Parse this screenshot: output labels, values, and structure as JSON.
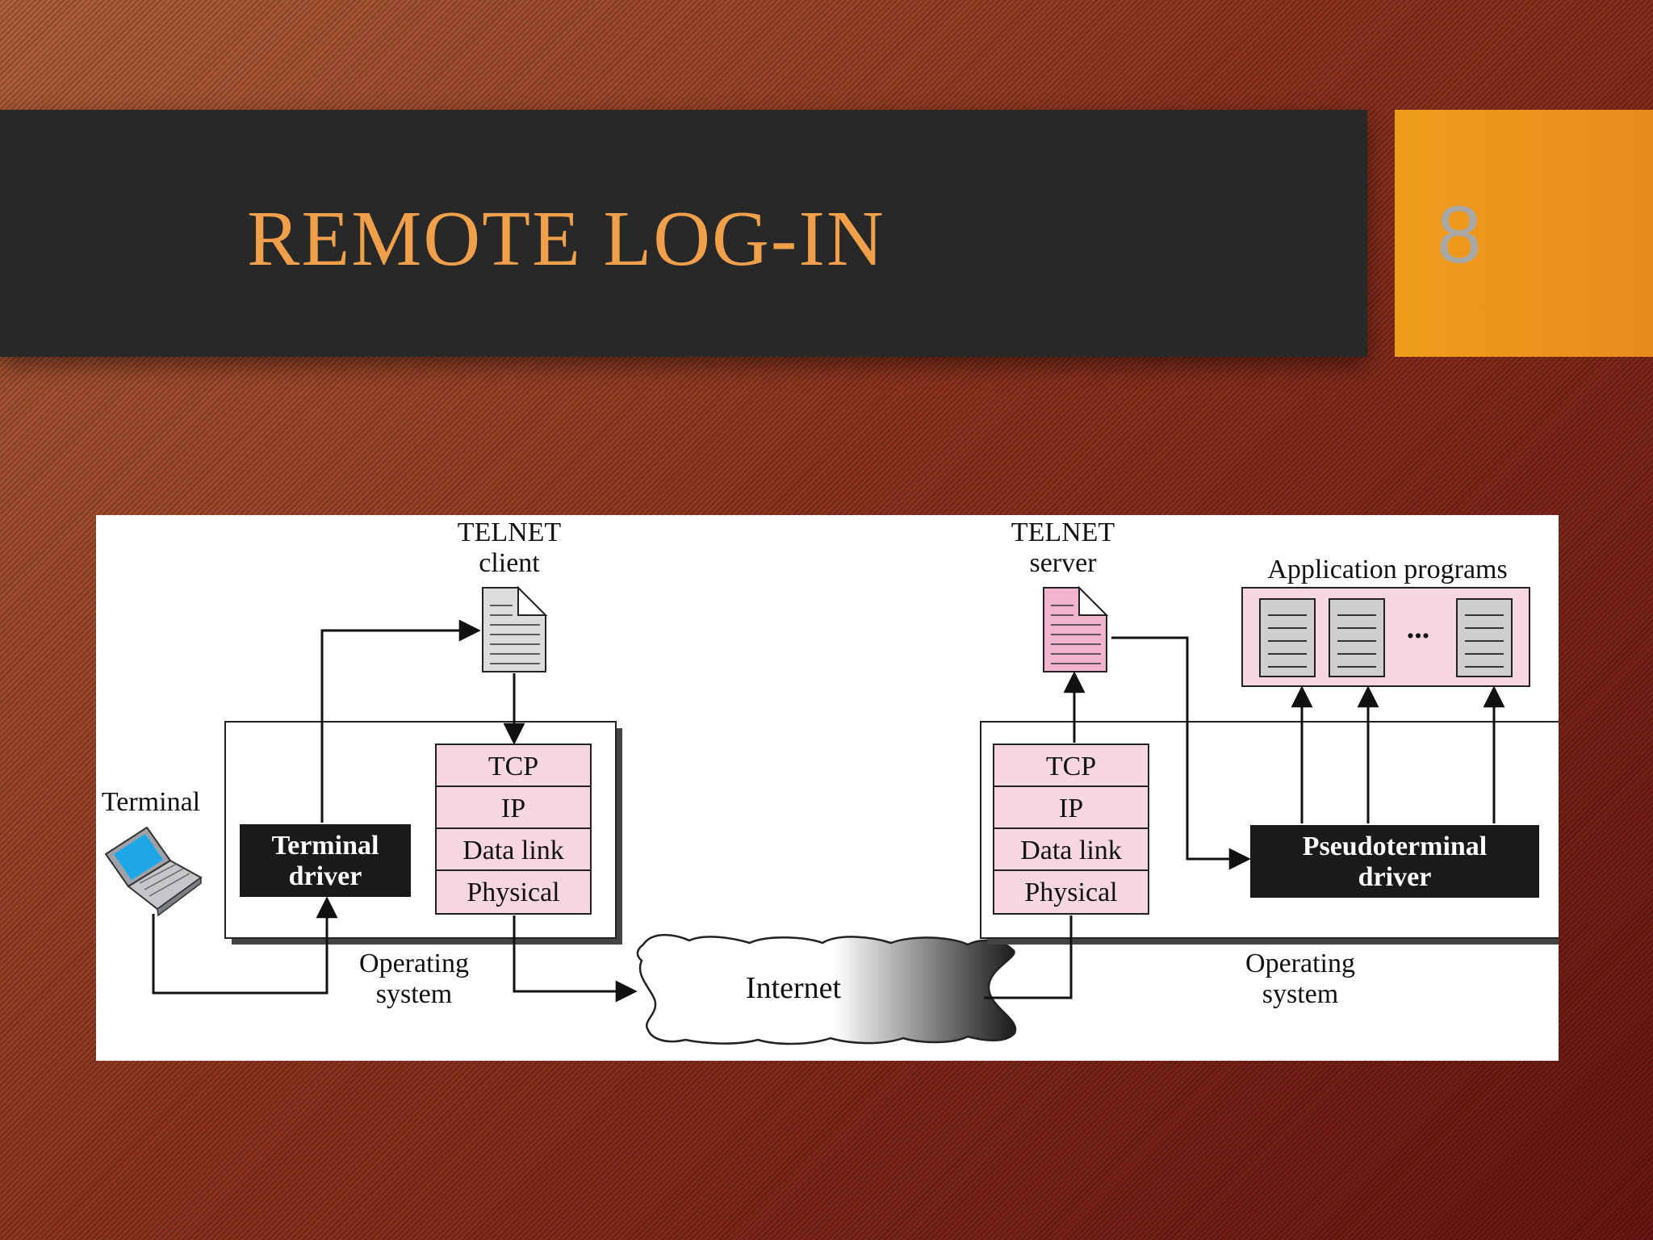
{
  "slide": {
    "title": "REMOTE LOG-IN",
    "number": "8"
  },
  "diagram": {
    "terminal_label": "Terminal",
    "client": {
      "label_line1": "TELNET",
      "label_line2": "client",
      "driver_line1": "Terminal",
      "driver_line2": "driver",
      "os_line1": "Operating",
      "os_line2": "system"
    },
    "server": {
      "label_line1": "TELNET",
      "label_line2": "server",
      "driver_line1": "Pseudoterminal",
      "driver_line2": "driver",
      "os_line1": "Operating",
      "os_line2": "system"
    },
    "app_programs_label": "Application programs",
    "ellipsis": "...",
    "layers": [
      "TCP",
      "IP",
      "Data link",
      "Physical"
    ],
    "internet_label": "Internet"
  },
  "colors": {
    "title": "#f0a04a",
    "title_bar": "#282828",
    "number_box": "#ef9d1c",
    "layer_fill": "#f7d6e3",
    "server_doc_fill": "#f2b3cc",
    "app_panel_fill": "#f7d6e3",
    "driver_fill": "#1a1a1a"
  }
}
